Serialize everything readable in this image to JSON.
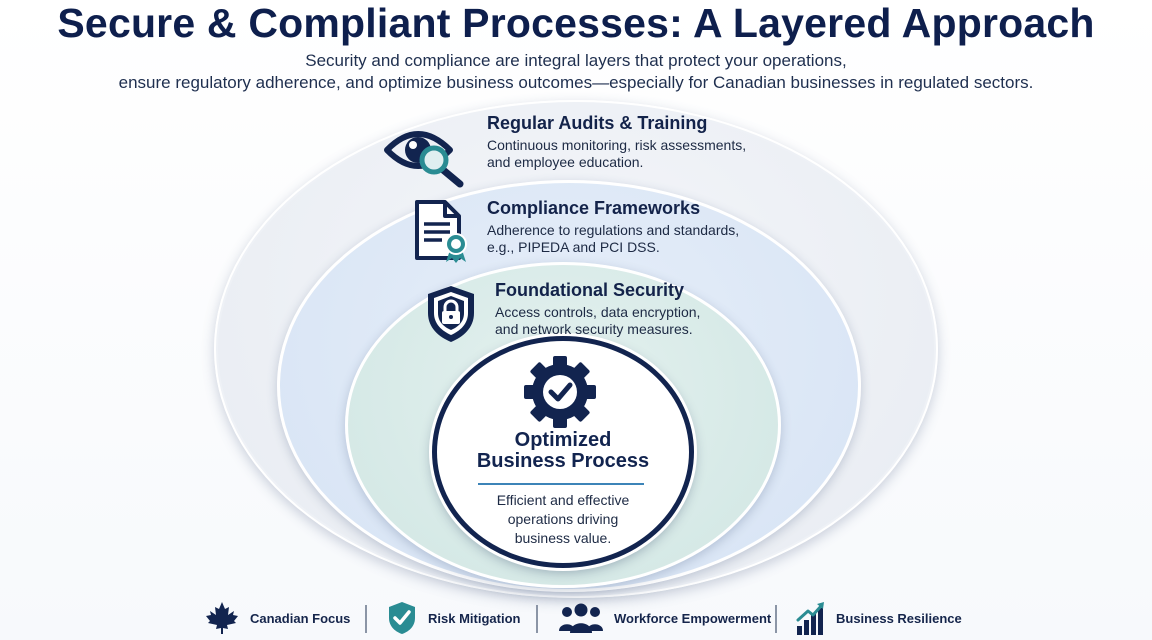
{
  "header": {
    "title": "Secure & Compliant Processes: A Layered Approach",
    "subtitle_line1": "Security and compliance are integral layers that protect your operations,",
    "subtitle_line2": "ensure regulatory adherence, and optimize business outcomes—especially for Canadian businesses in regulated sectors."
  },
  "layers": [
    {
      "title": "Regular Audits & Training",
      "desc_line1": "Continuous monitoring, risk assessments,",
      "desc_line2": "and employee education.",
      "icon": "eye-magnifier-icon"
    },
    {
      "title": "Compliance Frameworks",
      "desc_line1": "Adherence to regulations and standards,",
      "desc_line2": "e.g., PIPEDA and PCI DSS.",
      "icon": "document-certificate-icon"
    },
    {
      "title": "Foundational Security",
      "desc_line1": "Access controls, data encryption,",
      "desc_line2": "and network security measures.",
      "icon": "shield-lock-icon"
    }
  ],
  "core": {
    "title_line1": "Optimized",
    "title_line2": "Business Process",
    "desc_line1": "Efficient and effective",
    "desc_line2": "operations driving",
    "desc_line3": "business value.",
    "icon": "gear-check-icon"
  },
  "footer": [
    {
      "label": "Canadian Focus",
      "icon": "maple-leaf-icon"
    },
    {
      "label": "Risk Mitigation",
      "icon": "shield-check-icon"
    },
    {
      "label": "Workforce Empowerment",
      "icon": "people-group-icon"
    },
    {
      "label": "Business Resilience",
      "icon": "growth-chart-icon"
    }
  ],
  "colors": {
    "navy": "#12244f",
    "teal": "#2a8c93",
    "outer_layer": "#e7ebf1",
    "middle_layer": "#d6e3f4",
    "inner_layer": "#d0e6e3",
    "accent_blue": "#3c84b8"
  }
}
